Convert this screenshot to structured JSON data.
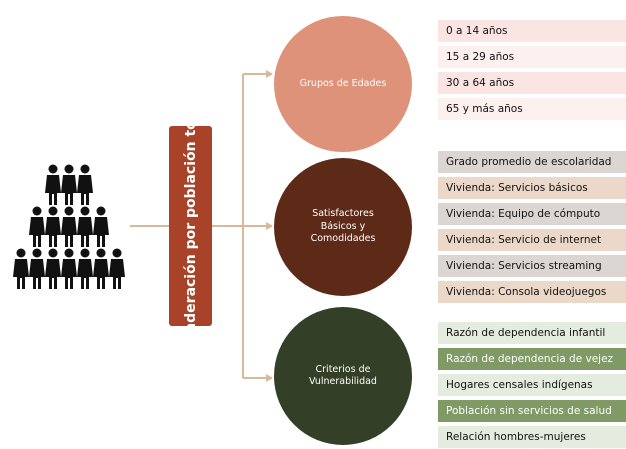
{
  "center_label": "Ponderación por población total",
  "groups": [
    {
      "title": "Grupos de Edades",
      "color": "#dd9279",
      "items": [
        {
          "label": "0 a 14 años",
          "bg": "#fbe5e3"
        },
        {
          "label": "15 a 29 años",
          "bg": "#fdf1ef"
        },
        {
          "label": "30 a 64 años",
          "bg": "#fbe5e3"
        },
        {
          "label": "65 y más años",
          "bg": "#fdf1ef"
        }
      ]
    },
    {
      "title": "Satisfactores Básicos y Comodidades",
      "color": "#5e2a18",
      "items": [
        {
          "label": "Grado promedio de escolaridad",
          "bg": "#dcd6d2"
        },
        {
          "label": "Vivienda: Servicios básicos",
          "bg": "#ecd8c8"
        },
        {
          "label": "Vivienda: Equipo de cómputo",
          "bg": "#dcd6d2"
        },
        {
          "label": "Vivienda: Servicio de internet",
          "bg": "#ecd8c8"
        },
        {
          "label": "Vivienda: Servicios streaming",
          "bg": "#dcd6d2"
        },
        {
          "label": "Vivienda: Consola videojuegos",
          "bg": "#ecd8c8"
        }
      ]
    },
    {
      "title": "Criterios de Vulnerabilidad",
      "color": "#333f26",
      "items": [
        {
          "label": "Razón de dependencia infantil",
          "bg": "#e4ecdf"
        },
        {
          "label": "Razón de dependencia de vejez",
          "bg": "#7f9a64"
        },
        {
          "label": "Hogares censales indígenas",
          "bg": "#e4ecdf"
        },
        {
          "label": "Población sin servicios de salud",
          "bg": "#7f9a64"
        },
        {
          "label": "Relación hombres-mujeres",
          "bg": "#e4ecdf"
        }
      ]
    }
  ],
  "line_color": "#d9b99b",
  "people_icon": "people-crowd-icon"
}
